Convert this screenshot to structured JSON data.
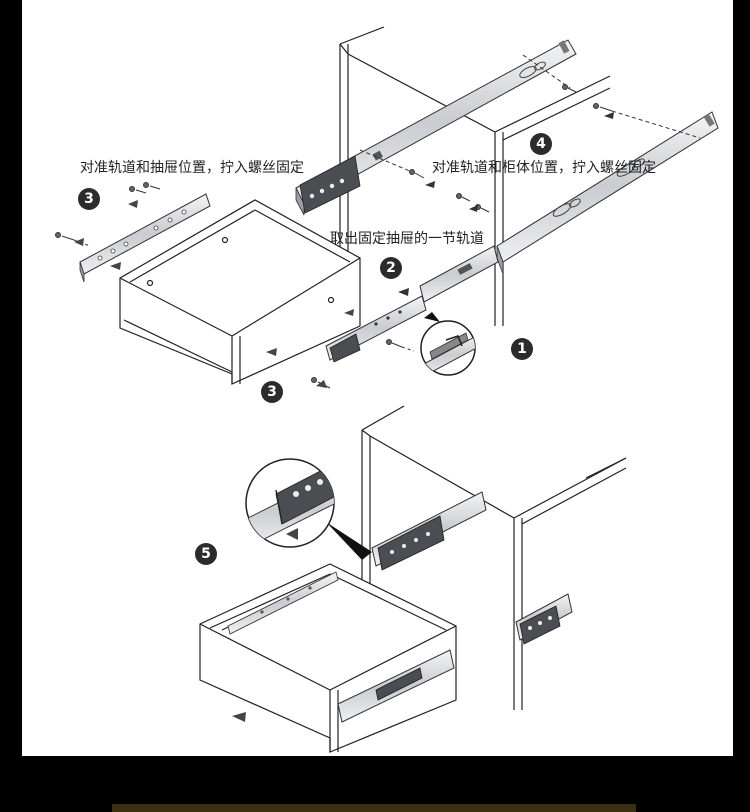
{
  "captions": {
    "drawer_align": "对准轨道和抽屉位置，拧入螺丝固定",
    "cabinet_align": "对准轨道和柜体位置，拧入螺丝固定",
    "remove_rail": "取出固定抽屉的一节轨道"
  },
  "steps": {
    "step1": "1",
    "step2": "2",
    "step3": "3",
    "step4": "4",
    "step5": "5"
  },
  "colors": {
    "background": "#000000",
    "panel": "#ffffff",
    "line": "#222222",
    "rail_fill": "#dfe1e4",
    "badge": "#2b2b2b"
  }
}
